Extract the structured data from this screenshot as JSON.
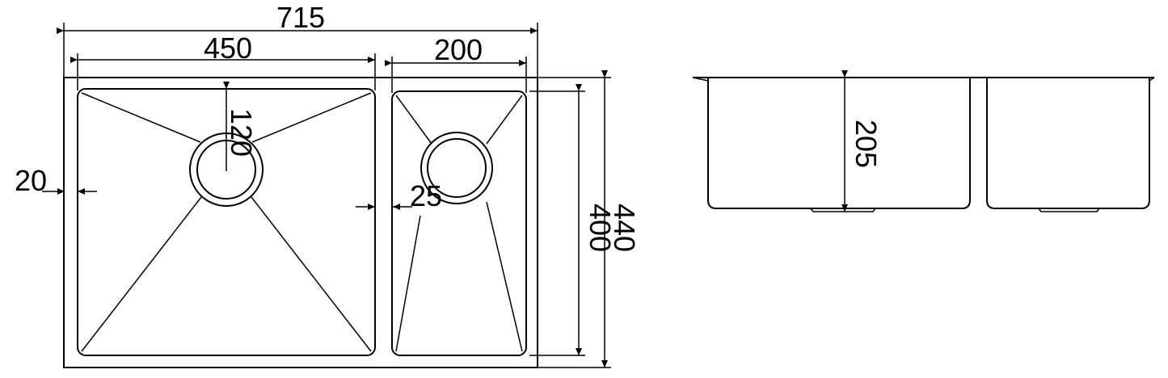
{
  "top_view": {
    "overall_width": "715",
    "large_bowl_width": "450",
    "small_bowl_width": "200",
    "drain_offset": "120",
    "edge_gap": "20",
    "bowl_divider": "25",
    "bowl_depth": "400",
    "overall_depth": "440"
  },
  "side_view": {
    "bowl_height": "205"
  },
  "colors": {
    "line": "#000000",
    "background": "#ffffff"
  }
}
